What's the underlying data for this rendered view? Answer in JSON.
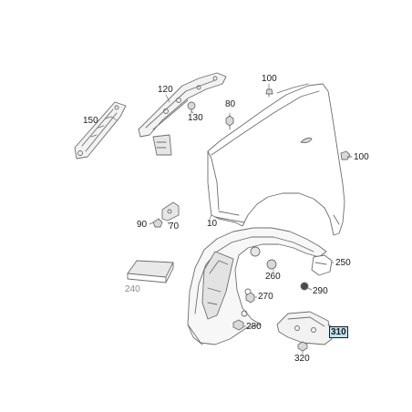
{
  "callouts": {
    "p10": "10",
    "p70": "70",
    "p80": "80",
    "p90": "90",
    "p100_top": "100",
    "p100_right": "100",
    "p120": "120",
    "p130": "130",
    "p150": "150",
    "p240": "240",
    "p250": "250",
    "p260": "260",
    "p270": "270",
    "p280": "280",
    "p290": "290",
    "p310": "310",
    "p320": "320"
  },
  "colors": {
    "line": "#6e6e6e",
    "fill_light": "#f2f2f2",
    "fill_mid": "#d9d9d9",
    "highlight": "#bfe3f2",
    "grey_label": "#8a8a8a"
  }
}
